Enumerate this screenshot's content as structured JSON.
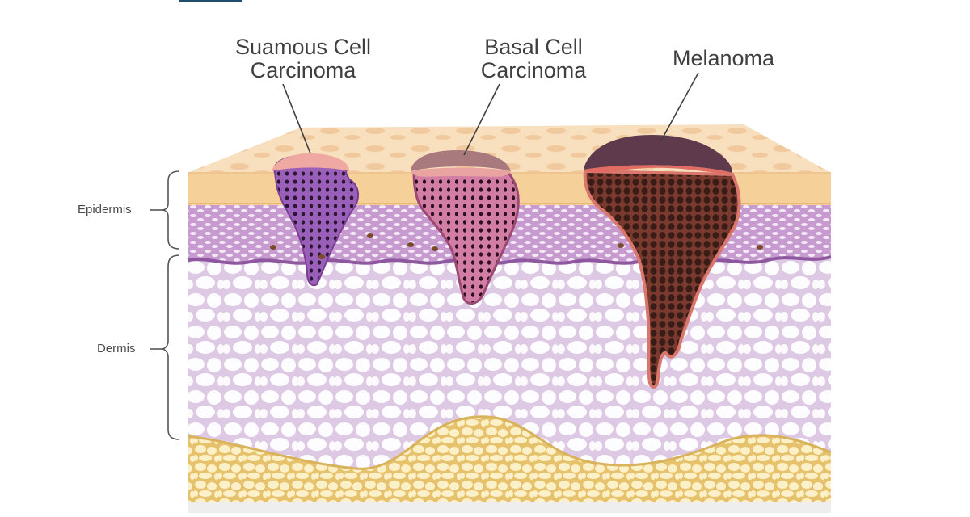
{
  "labels": {
    "squamous_line1": "Suamous Cell",
    "squamous_line2": "Carcinoma",
    "basal_line1": "Basal Cell",
    "basal_line2": "Carcinoma",
    "melanoma": "Melanoma",
    "epidermis": "Epidermis",
    "dermis": "Dermis"
  },
  "colors": {
    "header_accent": "#1f4f6e",
    "skin_surface": "#f7ddb8",
    "skin_front": "#f5d199",
    "epidermis_layer": "#c9a0d2",
    "dermis_layer": "#eadcf0",
    "fat_layer": "#f2d890",
    "squamous_tumor": "#8a4ba6",
    "basal_tumor": "#c76b94",
    "melanoma_tumor": "#4a2620",
    "leader_line": "#3f3f3f"
  }
}
